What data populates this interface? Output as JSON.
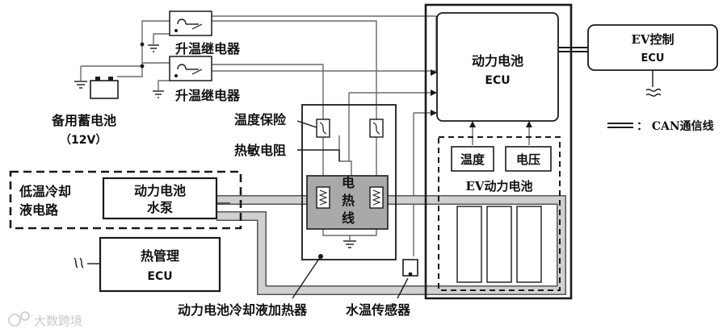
{
  "labels": {
    "relay_top": "升温继电器",
    "relay_bottom": "升温继电器",
    "backup_battery": "备用蓄电池",
    "backup_battery_voltage": "（12V）",
    "thermal_fuse": "温度保险",
    "thermistor": "热敏电阻",
    "heater_char1": "电",
    "heater_char2": "热",
    "heater_char3": "线",
    "low_temp_loop_line1": "低温冷却",
    "low_temp_loop_line2": "液电路",
    "pump_line1": "动力电池",
    "pump_line2": "水泵",
    "thermal_ecu_line1": "热管理",
    "thermal_ecu_line2": "ECU",
    "battery_ecu_line1": "动力电池",
    "battery_ecu_line2": "ECU",
    "temperature": "温度",
    "voltage": "电压",
    "ev_battery": "EV动力电池",
    "ev_control_line1": "EV控制",
    "ev_control_line2": "ECU",
    "can_legend": "：  CAN通信线",
    "coolant_heater": "动力电池冷却液加热器",
    "water_temp_sensor": "水温传感器",
    "watermark": "大数跨境"
  },
  "colors": {
    "line": "#1a1a1a",
    "wire": "#6a6a6a",
    "pipe_fill": "#d0d0d0",
    "heater_fill": "#a9a9a9",
    "box_fill": "#ffffff"
  },
  "icons": [
    "relay-icon",
    "battery-icon",
    "ground-icon",
    "fuse-icon",
    "resistor-icon",
    "wave-icon",
    "watermark-logo"
  ]
}
